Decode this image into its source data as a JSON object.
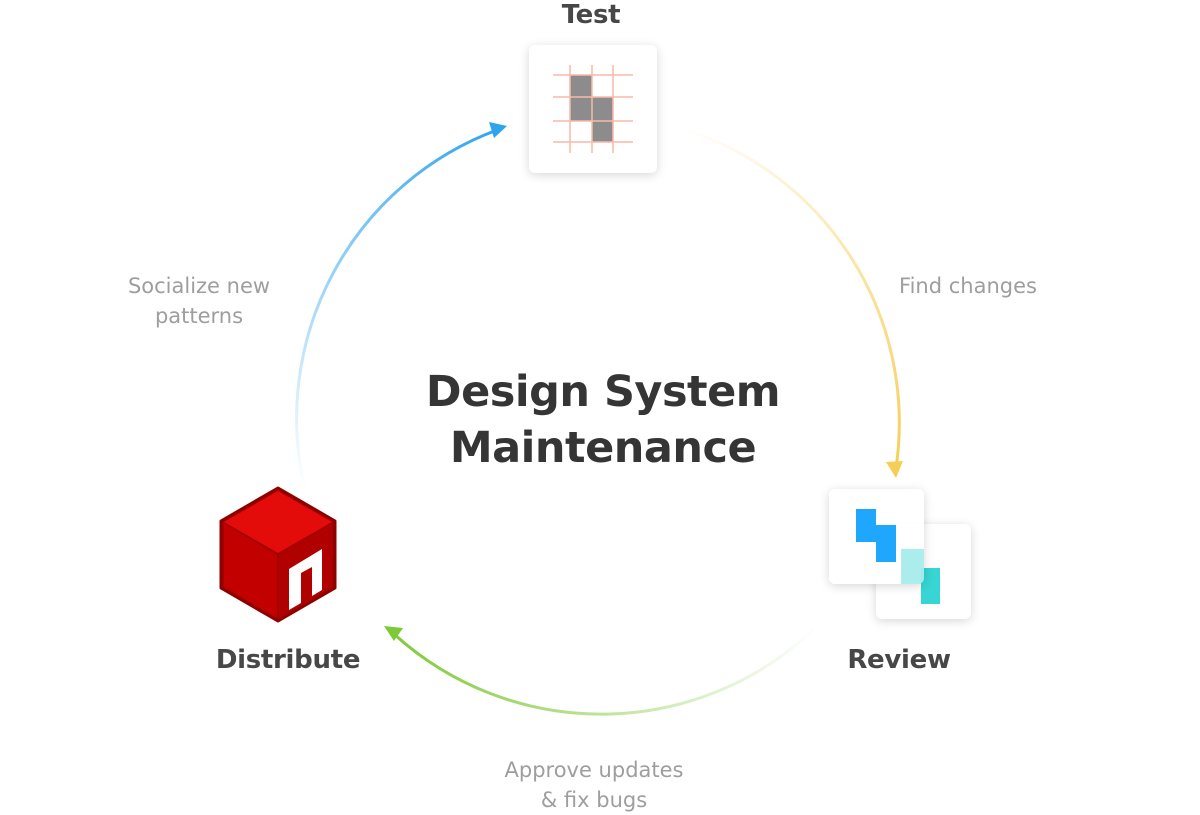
{
  "title": {
    "line1": "Design System",
    "line2": "Maintenance"
  },
  "stages": {
    "test": {
      "label": "Test",
      "icon": "grid-test-icon"
    },
    "review": {
      "label": "Review",
      "icon": "diff-review-icon"
    },
    "distribute": {
      "label": "Distribute",
      "icon": "npm-cube-icon"
    }
  },
  "edges": {
    "test_to_review": {
      "line1": "Find changes",
      "color": "#F6CD55"
    },
    "review_to_distribute": {
      "line1": "Approve updates",
      "line2": "& fix bugs",
      "color": "#7EC937"
    },
    "distribute_to_test": {
      "line1": "Socialize new",
      "line2": "patterns",
      "color": "#2EA4EE"
    }
  },
  "colors": {
    "npm_red": "#CC0000",
    "review_blue": "#1EA7FD",
    "review_teal": "#37D5D3",
    "test_grid_line": "#F8B9A8",
    "test_shape": "#8C8C8C"
  }
}
